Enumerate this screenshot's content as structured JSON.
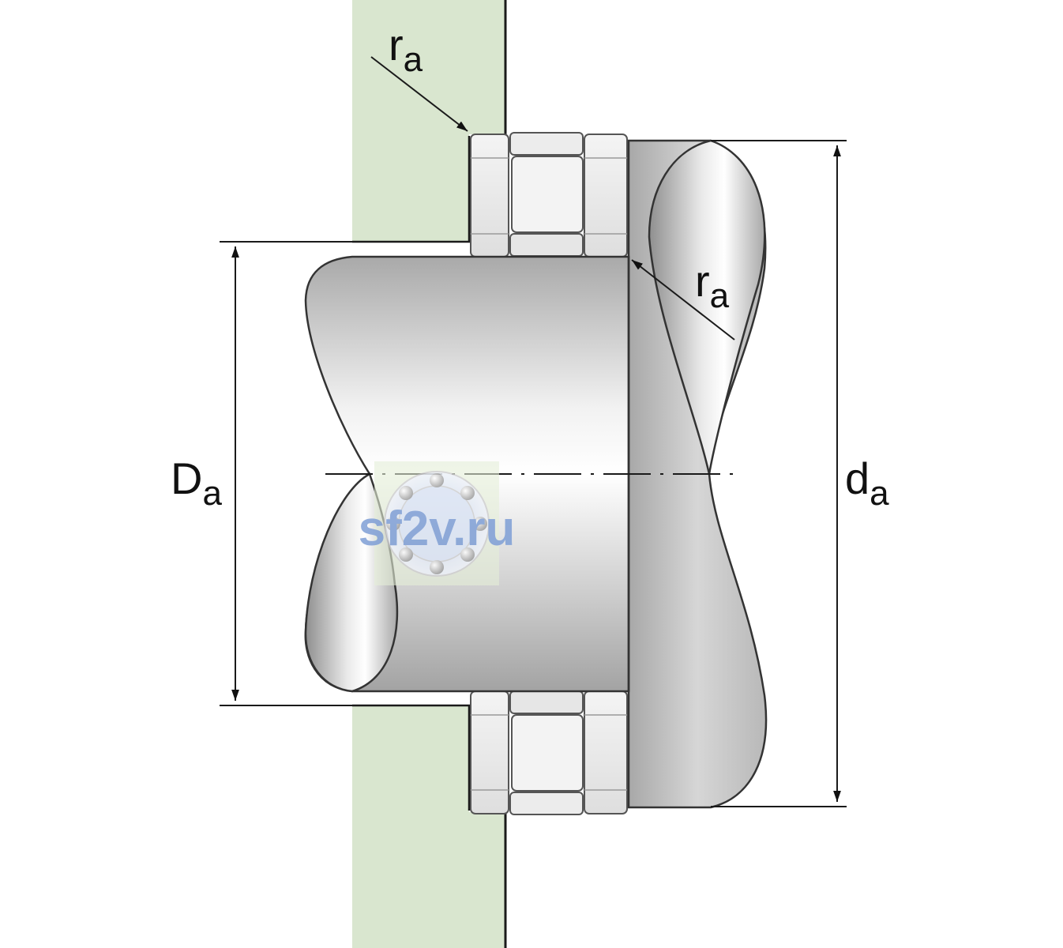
{
  "labels": {
    "ra_top": {
      "main": "r",
      "sub": "a"
    },
    "ra_right": {
      "main": "r",
      "sub": "a"
    },
    "Da": {
      "main": "D",
      "sub": "a"
    },
    "da": {
      "main": "d",
      "sub": "a"
    }
  },
  "watermark": {
    "text": "sf2v.ru"
  },
  "colors": {
    "housing": "#d9e6cf",
    "line": "#1a1a1a",
    "ring": "#e8e8e8",
    "watermark_text": "#7f9fd6",
    "watermark_bg": "#e6efd9"
  }
}
